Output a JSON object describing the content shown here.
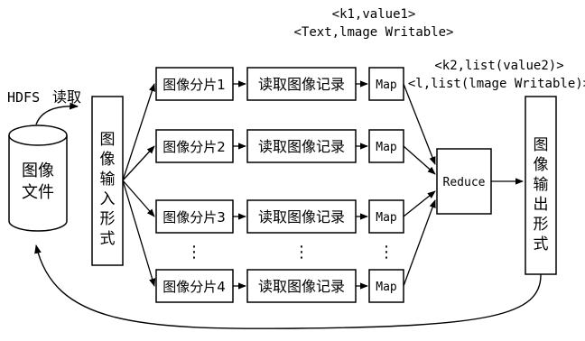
{
  "diagram": {
    "hdfs": "HDFS",
    "read": "读取",
    "storage": [
      "图像",
      "文件"
    ],
    "input_format": [
      "图",
      "像",
      "输",
      "入",
      "形",
      "式"
    ],
    "output_format": [
      "图",
      "像",
      "输",
      "出",
      "形",
      "式"
    ],
    "splits": [
      "图像分片1",
      "图像分片2",
      "图像分片3",
      "图像分片4"
    ],
    "read_record": "读取图像记录",
    "map": "Map",
    "reduce": "Reduce",
    "ellipsis": "⋮",
    "map_kv": [
      "<k1,value1>",
      "<Text,lmage Writable>"
    ],
    "reduce_kv": [
      "<k2,list(value2)>",
      "<l,list(lmage Writable)>"
    ]
  }
}
